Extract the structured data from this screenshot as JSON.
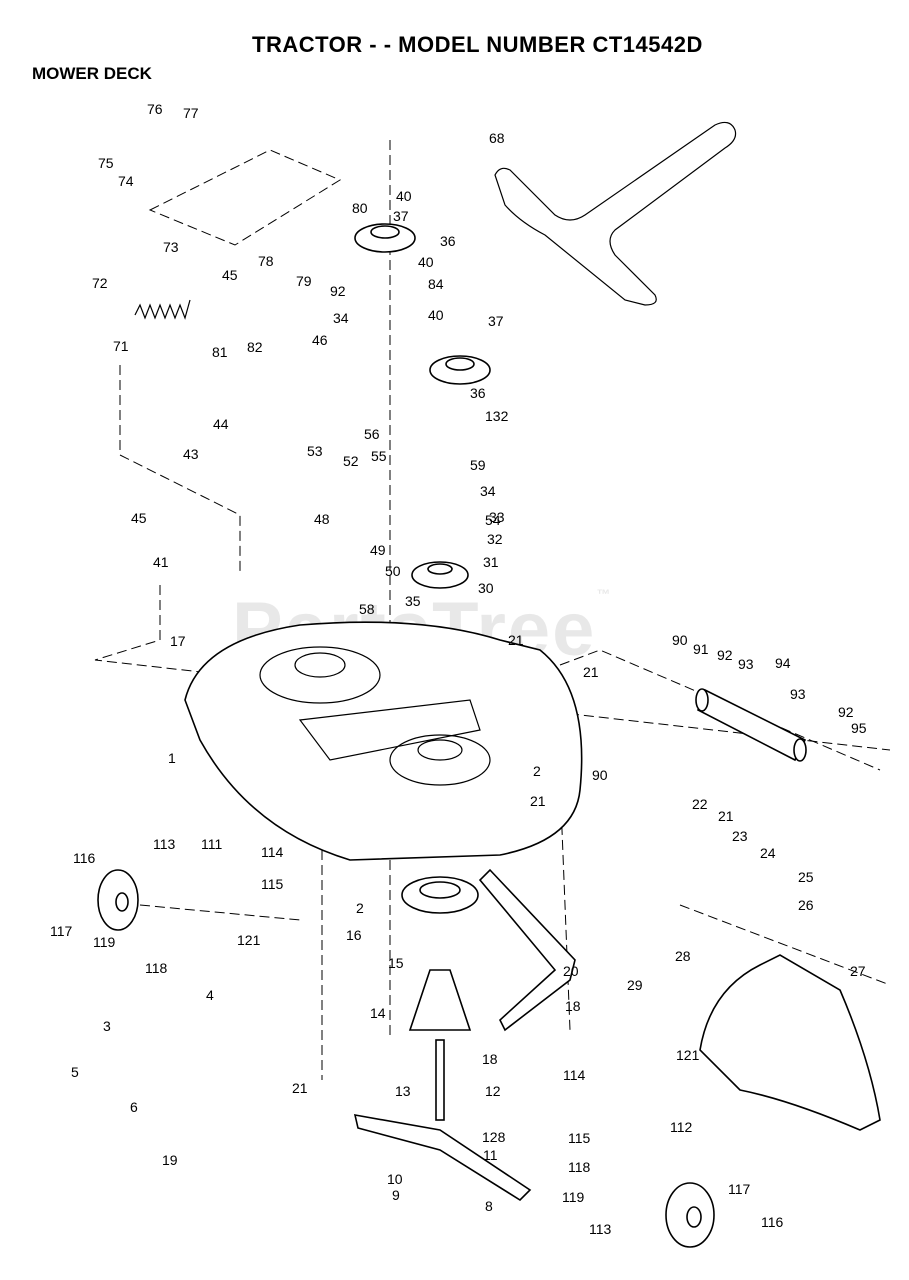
{
  "header": {
    "title": "TRACTOR - - MODEL NUMBER CT14542D",
    "section": "MOWER DECK"
  },
  "watermark": "PartsTree",
  "watermark_mark": "™",
  "callouts": [
    "76",
    "77",
    "75",
    "74",
    "73",
    "78",
    "79",
    "92",
    "80",
    "40",
    "37",
    "36",
    "40",
    "84",
    "68",
    "72",
    "45",
    "82",
    "81",
    "71",
    "34",
    "40",
    "37",
    "36",
    "132",
    "46",
    "44",
    "56",
    "55",
    "59",
    "53",
    "52",
    "48",
    "54",
    "34",
    "33",
    "49",
    "32",
    "50",
    "31",
    "43",
    "45",
    "41",
    "58",
    "35",
    "30",
    "21",
    "90",
    "91",
    "92",
    "93",
    "94",
    "17",
    "21",
    "93",
    "92",
    "95",
    "1",
    "2",
    "21",
    "90",
    "22",
    "21",
    "23",
    "24",
    "25",
    "26",
    "27",
    "28",
    "29",
    "116",
    "113",
    "111",
    "114",
    "115",
    "117",
    "119",
    "121",
    "118",
    "2",
    "16",
    "15",
    "20",
    "14",
    "18",
    "18",
    "3",
    "4",
    "5",
    "6",
    "21",
    "13",
    "12",
    "128",
    "11",
    "19",
    "10",
    "9",
    "8",
    "114",
    "121",
    "115",
    "112",
    "118",
    "119",
    "117",
    "113",
    "116"
  ]
}
